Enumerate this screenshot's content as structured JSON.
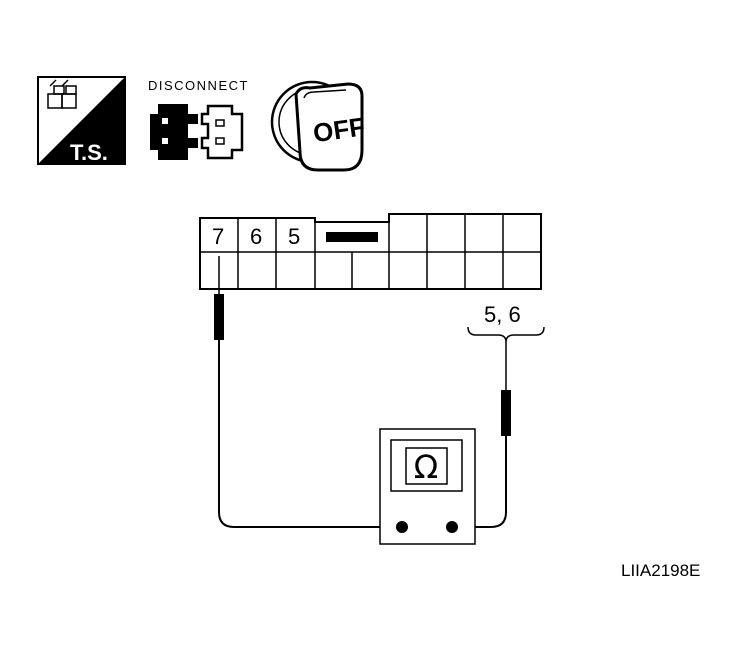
{
  "icons": {
    "ts_label": "T.S.",
    "disconnect_label": "DISCONNECT",
    "ignition_label": "OFF"
  },
  "connector": {
    "pins": [
      "7",
      "6",
      "5"
    ]
  },
  "probe_label": "5, 6",
  "meter": {
    "symbol": "Ω"
  },
  "figure_code": "LIIA2198E"
}
